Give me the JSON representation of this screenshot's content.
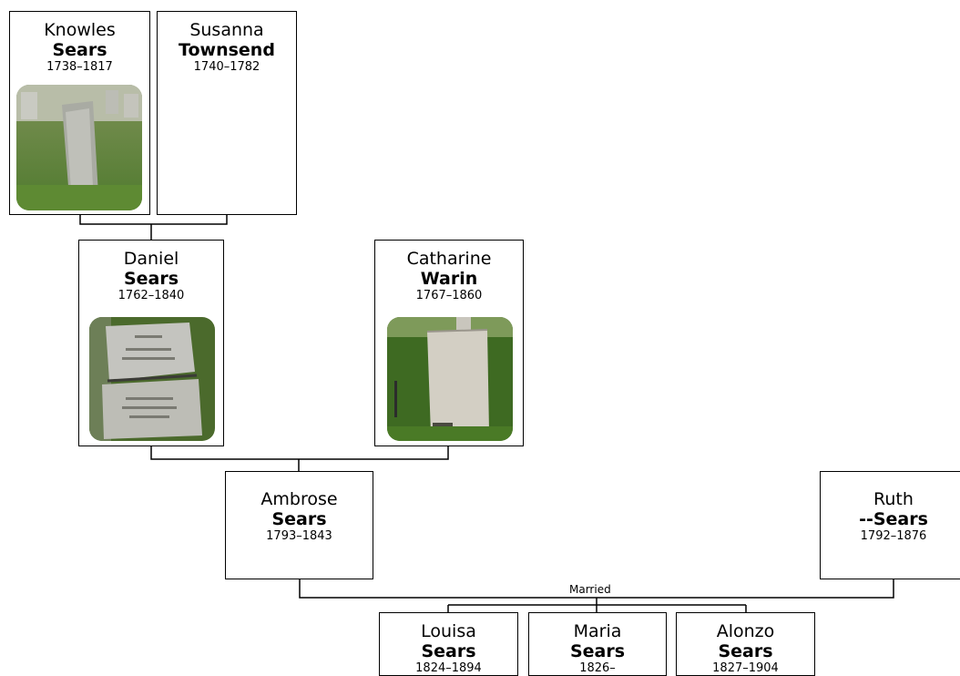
{
  "people": {
    "knowles": {
      "given": "Knowles",
      "surname": "Sears",
      "years": "1738–1817"
    },
    "susanna": {
      "given": "Susanna",
      "surname": "Townsend",
      "years": "1740–1782"
    },
    "daniel": {
      "given": "Daniel",
      "surname": "Sears",
      "years": "1762–1840"
    },
    "catharine": {
      "given": "Catharine",
      "surname": "Warin",
      "years": "1767–1860"
    },
    "ambrose": {
      "given": "Ambrose",
      "surname": "Sears",
      "years": "1793–1843"
    },
    "ruth": {
      "given": "Ruth",
      "surname": "--Sears",
      "years": "1792–1876"
    },
    "louisa": {
      "given": "Louisa",
      "surname": "Sears",
      "years": "1824–1894"
    },
    "maria": {
      "given": "Maria",
      "surname": "Sears",
      "years": "1826–"
    },
    "alonzo": {
      "given": "Alonzo",
      "surname": "Sears",
      "years": "1827–1904"
    }
  },
  "relationship_label": "Married",
  "colors": {
    "border": "#000000",
    "line": "#000000",
    "background": "#ffffff"
  }
}
